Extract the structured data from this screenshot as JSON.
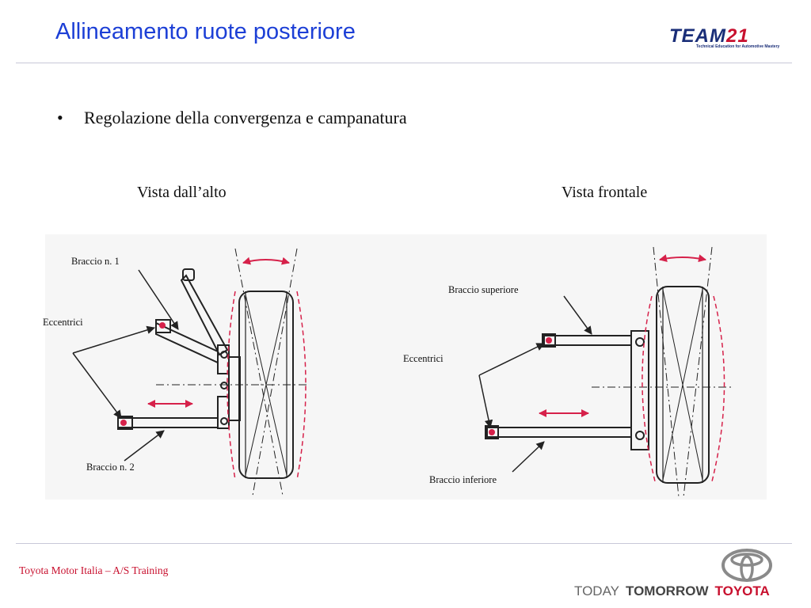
{
  "slide": {
    "title": "Allineamento ruote posteriore",
    "bullet": "Regolazione della convergenza e campanatura",
    "captions": {
      "left": "Vista dall’alto",
      "right": "Vista frontale"
    }
  },
  "logo": {
    "word": "TEAM",
    "number": "21",
    "tagline": "Technical Education for Automotive Mastery"
  },
  "diagram_left": {
    "labels": {
      "arm1": "Braccio n. 1",
      "eccentrics": "Eccentrici",
      "arm2": "Braccio n. 2"
    }
  },
  "diagram_right": {
    "labels": {
      "upper_arm": "Braccio superiore",
      "eccentrics": "Eccentrici",
      "lower_arm": "Braccio inferiore"
    }
  },
  "footer": {
    "text": "Toyota Motor Italia – A/S Training",
    "slogan": {
      "today": "TODAY",
      "tomorrow": "TOMORROW",
      "brand": "TOYOTA"
    }
  },
  "colors": {
    "title": "#1c3fd6",
    "accent_red": "#c8102e",
    "logo_blue": "#1a2e78"
  }
}
